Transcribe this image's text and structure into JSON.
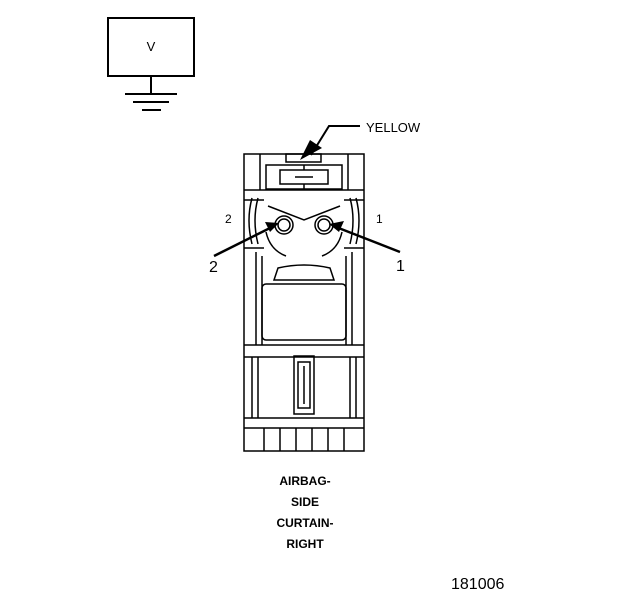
{
  "meter": {
    "label": "V"
  },
  "connector": {
    "color_label": "YELLOW",
    "caption_lines": [
      "AIRBAG-",
      "SIDE",
      "CURTAIN-",
      "RIGHT"
    ],
    "pins": {
      "left_side": "2",
      "right_side": "1",
      "left_callout": "2",
      "right_callout": "1"
    }
  },
  "figure_id": "181006"
}
